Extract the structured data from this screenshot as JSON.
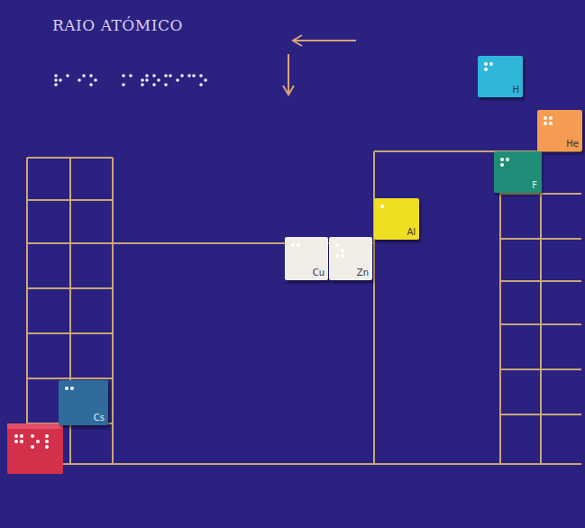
{
  "diagram": {
    "title": "RAIO ATÓMICO",
    "nodes": [
      {
        "text": [
          "H"
        ]
      },
      {
        "text": [
          "He"
        ]
      },
      {
        "text": [
          "F"
        ]
      },
      {
        "text": [
          "Al"
        ]
      },
      {
        "text": [
          "Cu"
        ]
      },
      {
        "text": [
          "Zn"
        ]
      },
      {
        "text": [
          "Cs"
        ]
      }
    ]
  }
}
